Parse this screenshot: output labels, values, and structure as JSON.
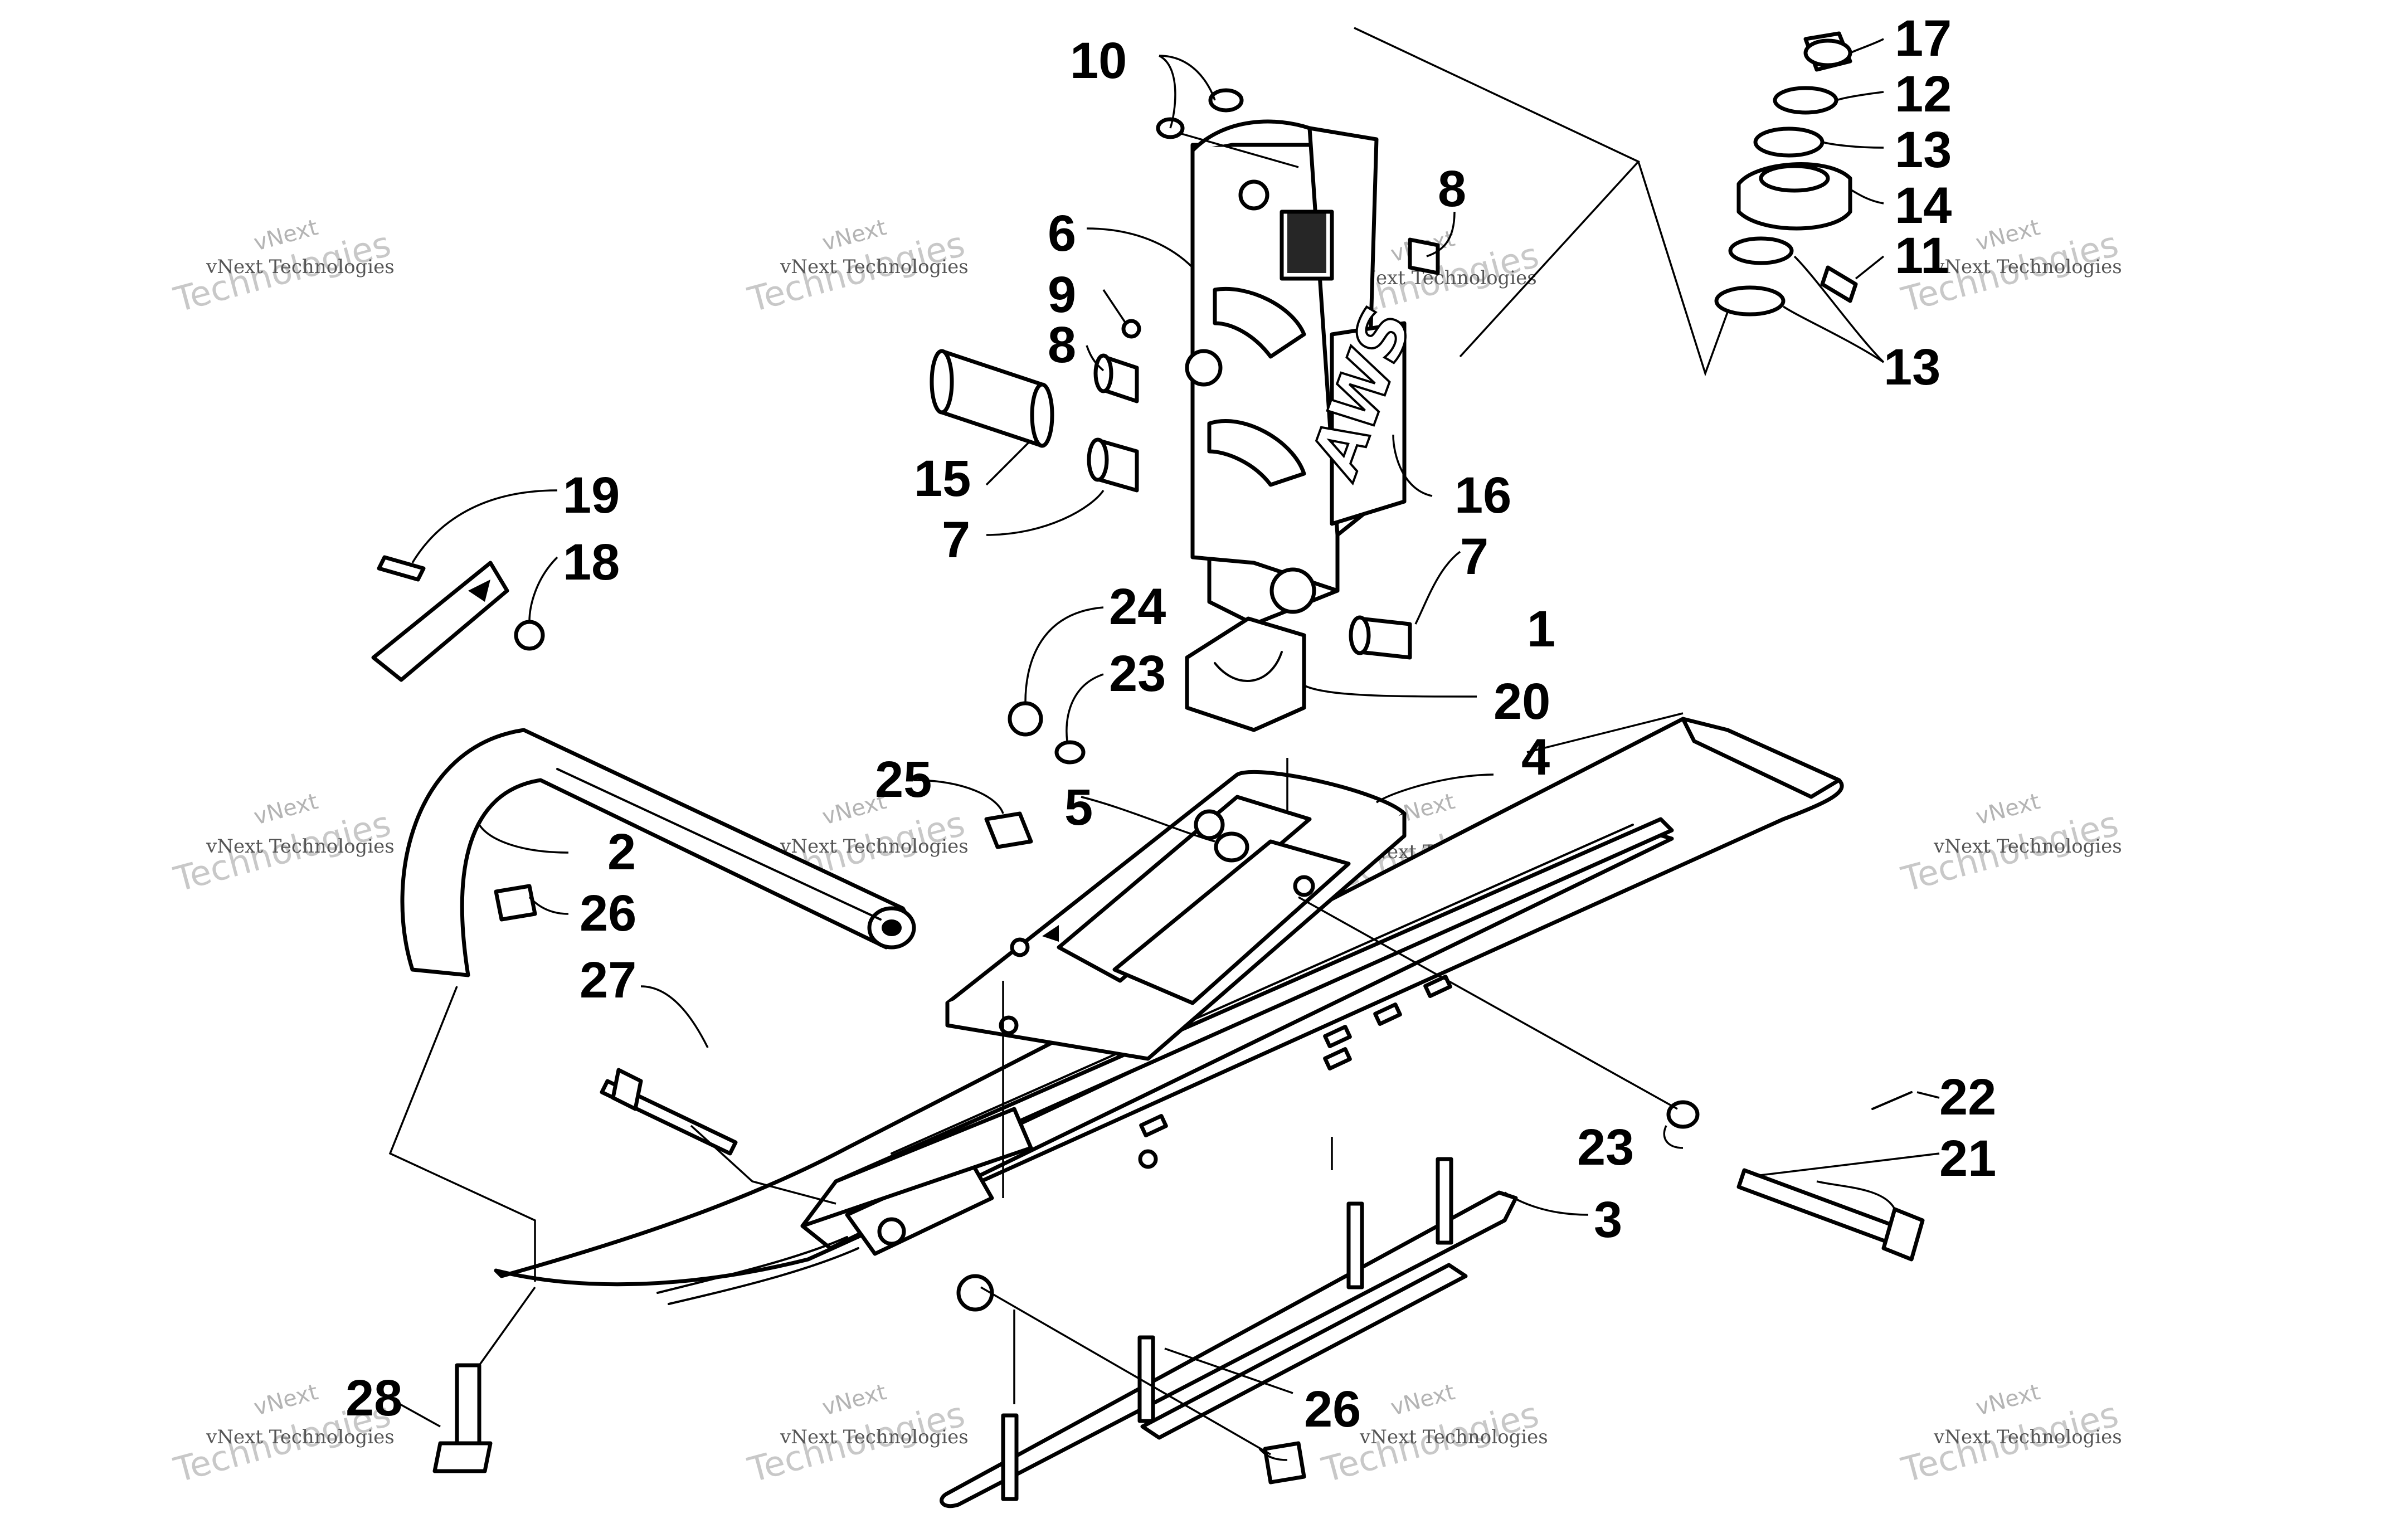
{
  "callouts": {
    "c1": "1",
    "c2": "2",
    "c3": "3",
    "c4": "4",
    "c5": "5",
    "c6": "6",
    "c7a": "7",
    "c7b": "7",
    "c8a": "8",
    "c8b": "8",
    "c9": "9",
    "c10": "10",
    "c11": "11",
    "c12": "12",
    "c13a": "13",
    "c13b": "13",
    "c14": "14",
    "c15": "15",
    "c16": "16",
    "c17": "17",
    "c18": "18",
    "c19": "19",
    "c20": "20",
    "c21": "21",
    "c22": "22",
    "c23a": "23",
    "c23b": "23",
    "c24": "24",
    "c25": "25",
    "c26a": "26",
    "c26b": "26",
    "c27": "27",
    "c28": "28"
  },
  "watermark": {
    "top": "vNext",
    "big": "Technologies",
    "small": "vNext Technologies"
  },
  "spindle_logo": "AWS"
}
